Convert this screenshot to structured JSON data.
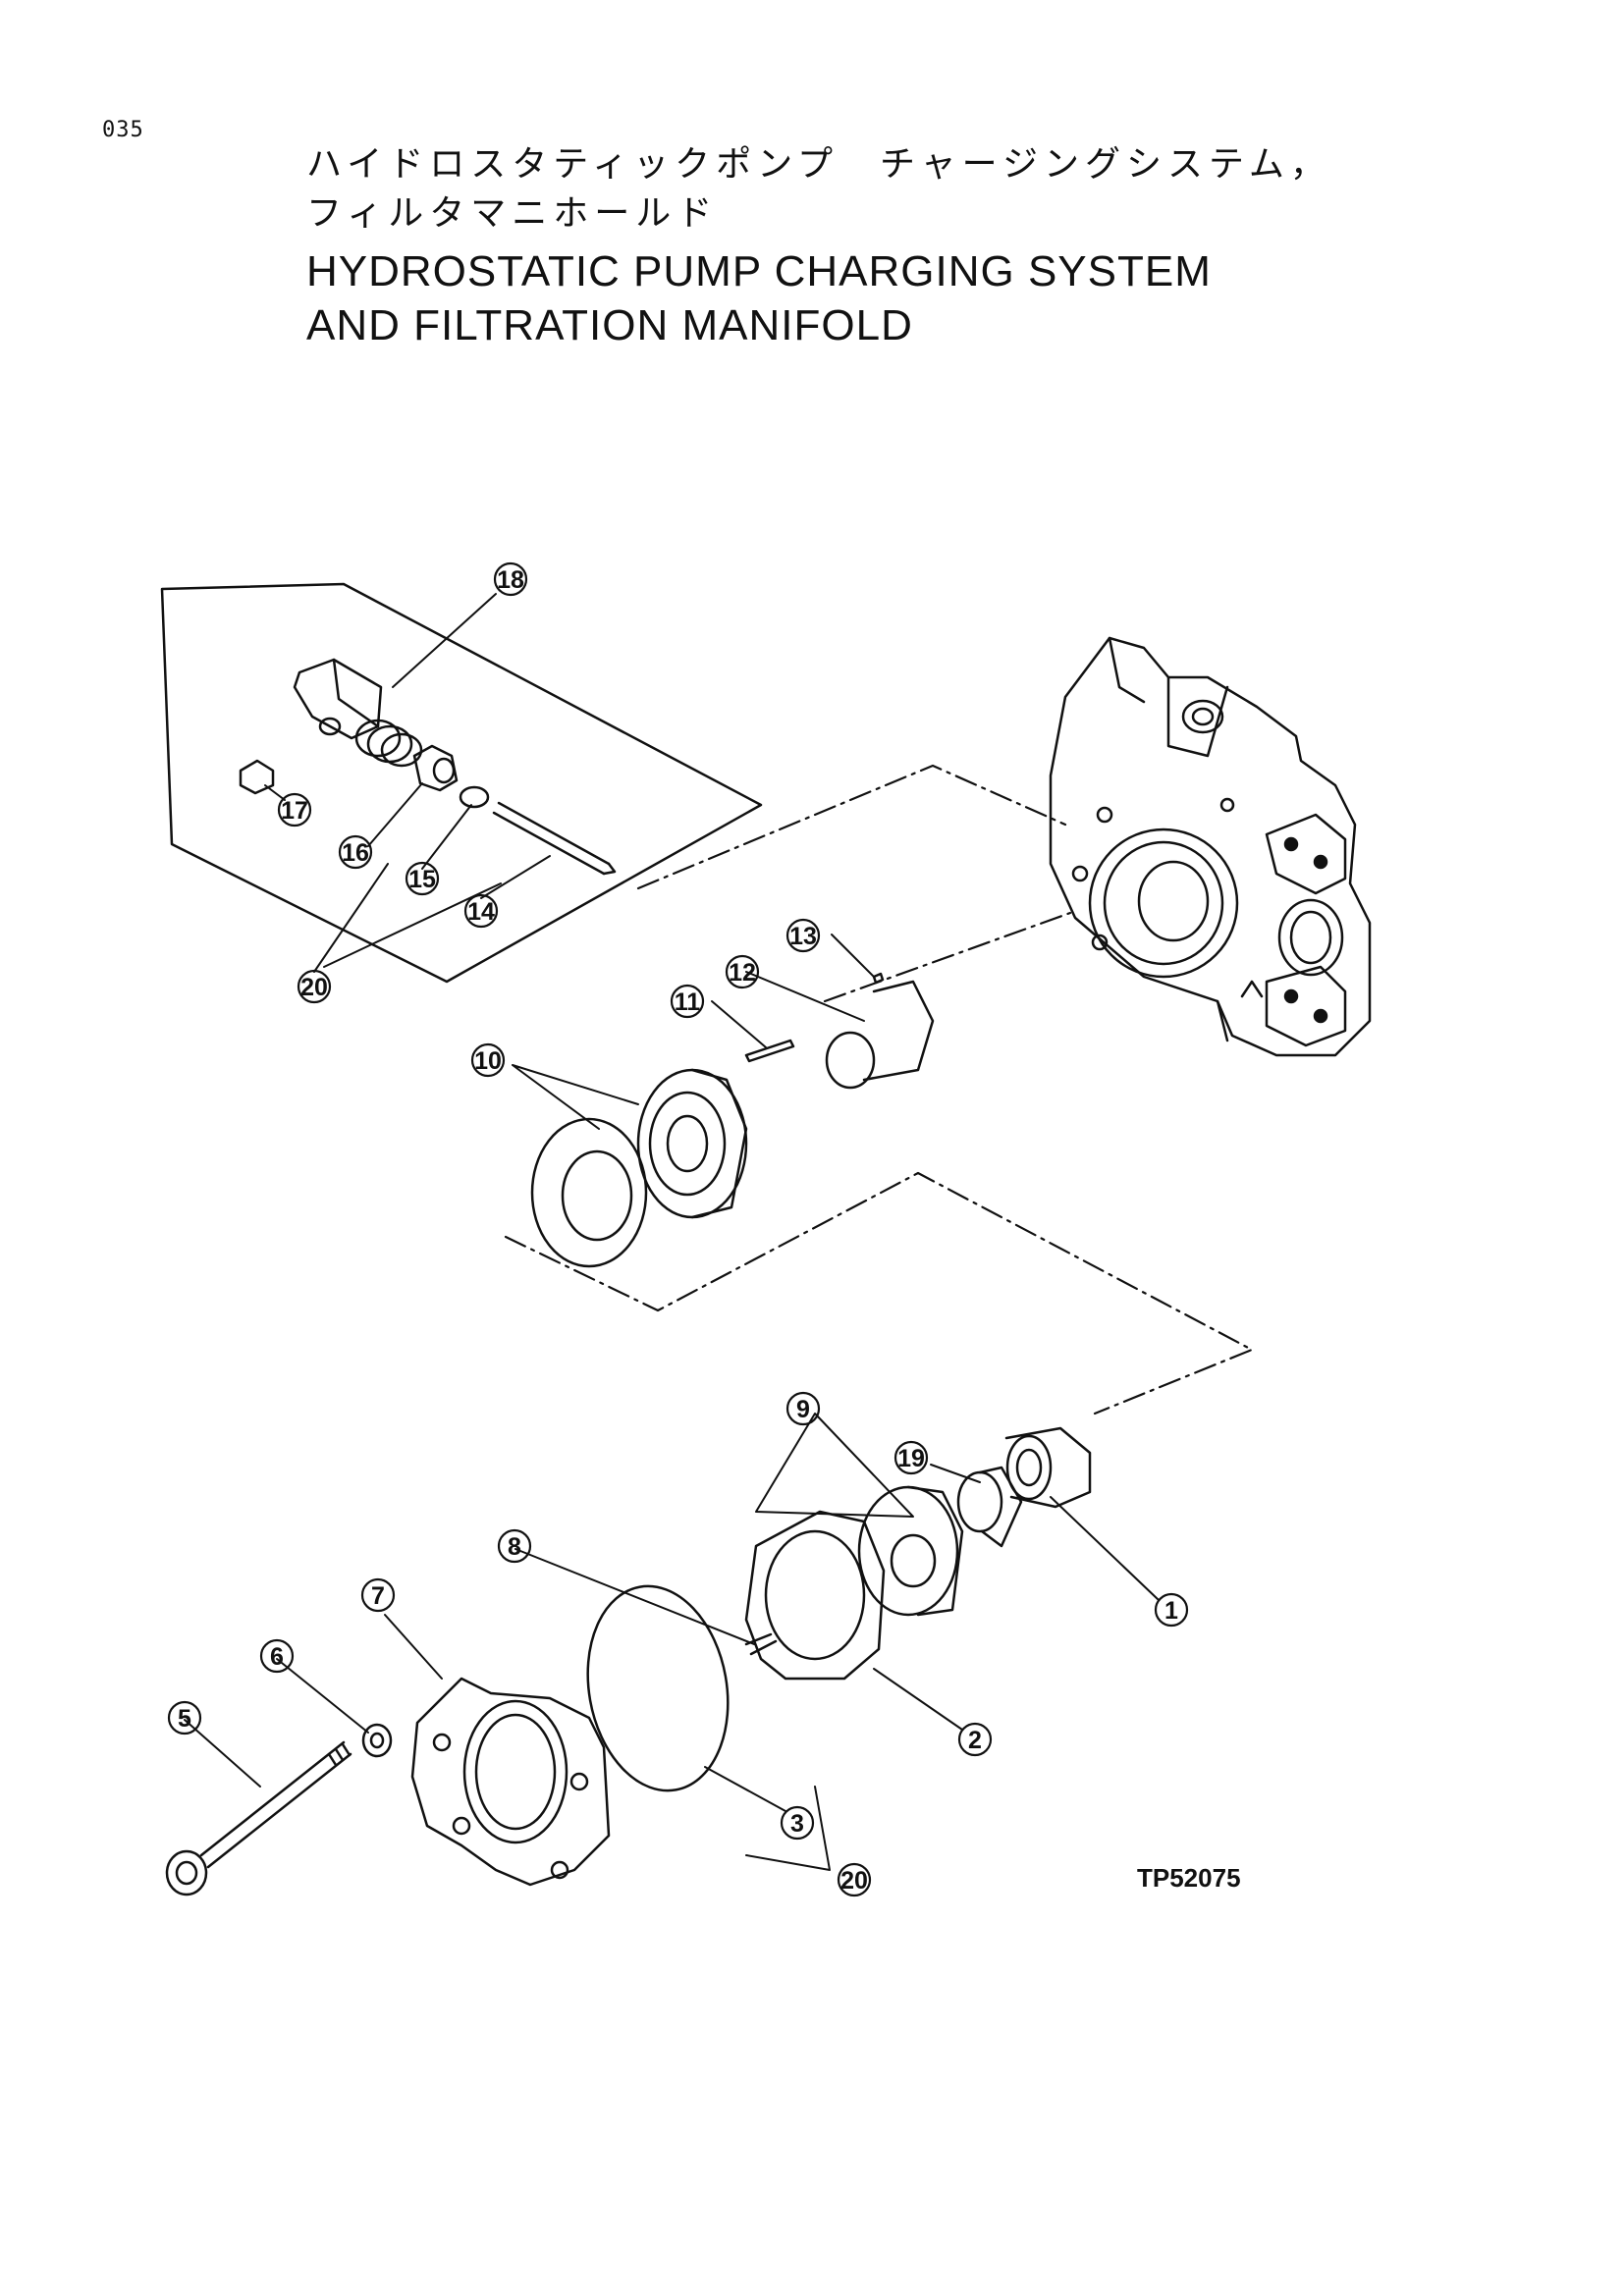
{
  "page": {
    "number": "035",
    "title_jp_line1": "ハイドロスタティックポンプ　チャージングシステム，",
    "title_jp_line2": "フィルタマニホールド",
    "title_en_line1": "HYDROSTATIC PUMP CHARGING SYSTEM",
    "title_en_line2": "AND FILTRATION MANIFOLD",
    "drawing_code": "TP52075"
  },
  "callouts": [
    "1",
    "2",
    "3",
    "5",
    "6",
    "7",
    "8",
    "9",
    "10",
    "11",
    "12",
    "13",
    "14",
    "15",
    "16",
    "17",
    "18",
    "19",
    "20",
    "20"
  ]
}
